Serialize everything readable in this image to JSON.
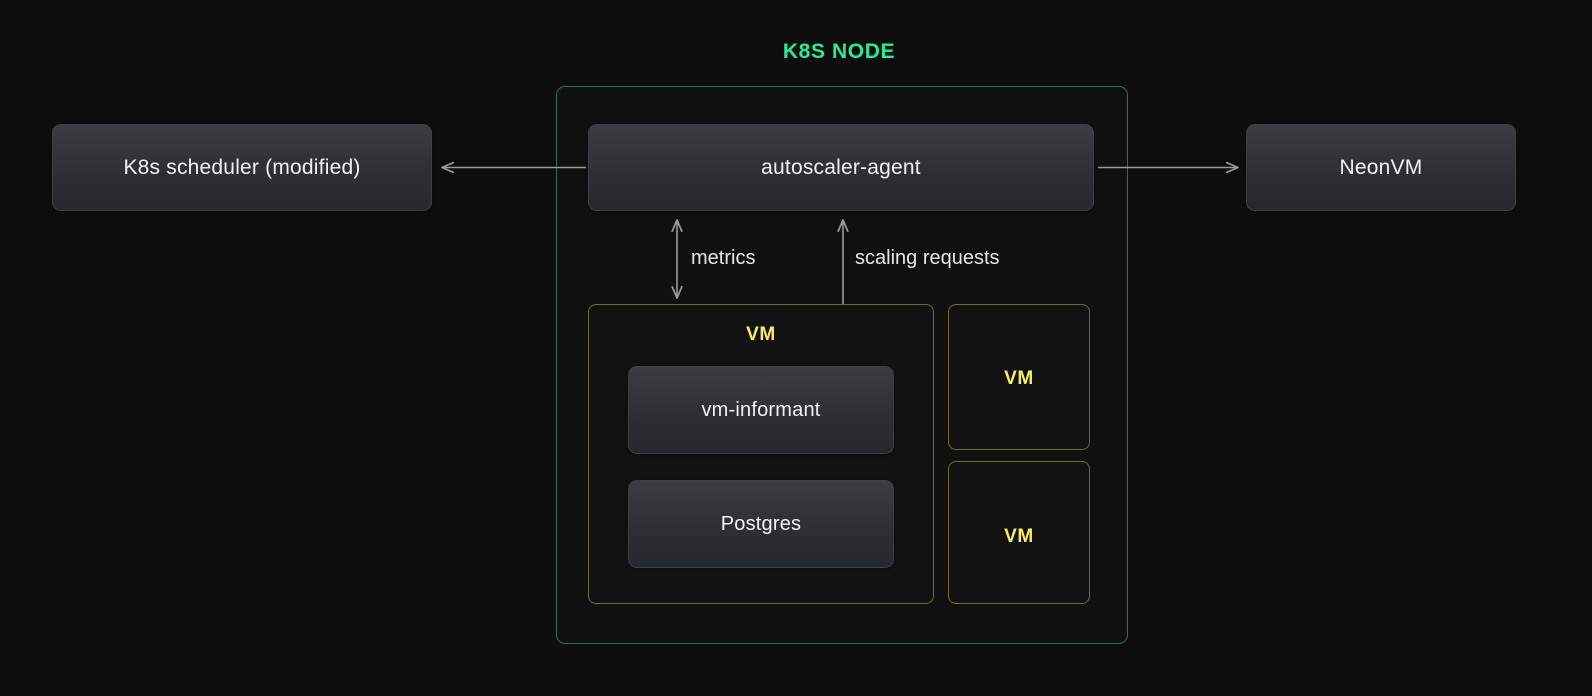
{
  "diagram": {
    "title": "K8S NODE",
    "background_color": "#0d0d0d",
    "node_border_color": "#2f6e52",
    "title_color": "#2ee89a",
    "vm_border_color": "#6f6b2a",
    "vm_label_color": "#f5ef62",
    "card_text_color": "#f2f2f2",
    "arrow_color": "#9a9a9a"
  },
  "nodes": {
    "scheduler": {
      "label": "K8s scheduler (modified)"
    },
    "agent": {
      "label": "autoscaler-agent"
    },
    "neonvm": {
      "label": "NeonVM"
    },
    "vm_main": {
      "label": "VM"
    },
    "vm_small_1": {
      "label": "VM"
    },
    "vm_small_2": {
      "label": "VM"
    },
    "informant": {
      "label": "vm-informant"
    },
    "postgres": {
      "label": "Postgres"
    }
  },
  "edges": {
    "scheduler_edge": {
      "label": "",
      "direction": "left"
    },
    "neonvm_edge": {
      "label": "",
      "direction": "right"
    },
    "metrics_edge": {
      "label": "metrics",
      "direction": "bidirectional"
    },
    "scaling_edge": {
      "label": "scaling requests",
      "direction": "bidirectional"
    }
  }
}
